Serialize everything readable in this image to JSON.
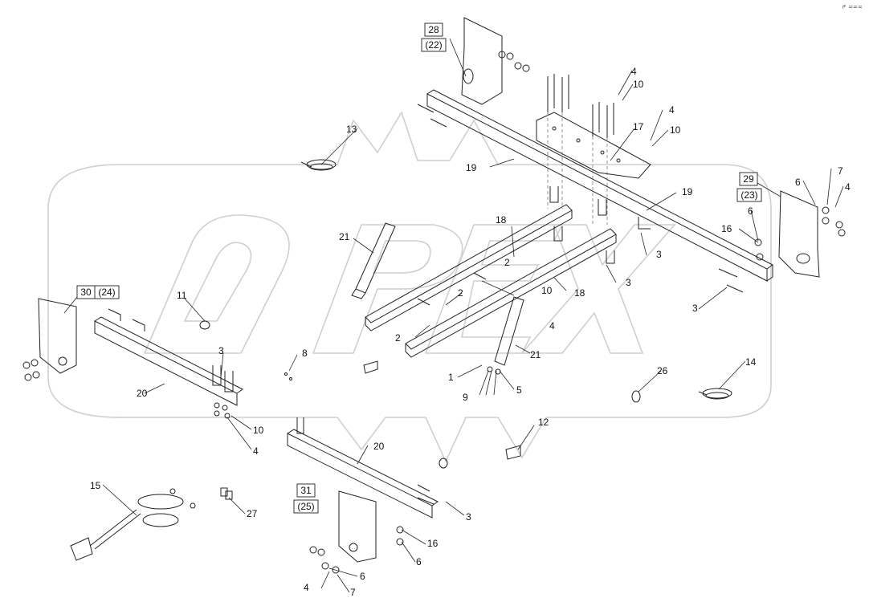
{
  "diagram": {
    "corner_mark": "↱ ===",
    "labels": {
      "l1": "1",
      "l2a": "2",
      "l2b": "2",
      "l2c": "2",
      "l3a": "3",
      "l3b": "3",
      "l3c": "3",
      "l3d": "3",
      "l3e": "3",
      "l4a": "4",
      "l4b": "4",
      "l4c": "4",
      "l4d": "4",
      "l4e": "4",
      "l4f": "4",
      "l5": "5",
      "l6a": "6",
      "l6b": "6",
      "l6c": "6",
      "l6d": "6",
      "l7a": "7",
      "l7b": "7",
      "l8": "8",
      "l9": "9",
      "l10a": "10",
      "l10b": "10",
      "l10c": "10",
      "l10d": "10",
      "l11": "11",
      "l12": "12",
      "l13": "13",
      "l14": "14",
      "l15": "15",
      "l16a": "16",
      "l16b": "16",
      "l17": "17",
      "l18a": "18",
      "l18b": "18",
      "l19a": "19",
      "l19b": "19",
      "l20a": "20",
      "l20b": "20",
      "l21a": "21",
      "l21b": "21",
      "l26": "26",
      "l27": "27"
    },
    "boxed_labels": {
      "b28": "28",
      "b22": "(22)",
      "b29": "29",
      "b23": "(23)",
      "b30": "30",
      "b24": "(24)",
      "b31": "31",
      "b25": "(25)"
    }
  }
}
